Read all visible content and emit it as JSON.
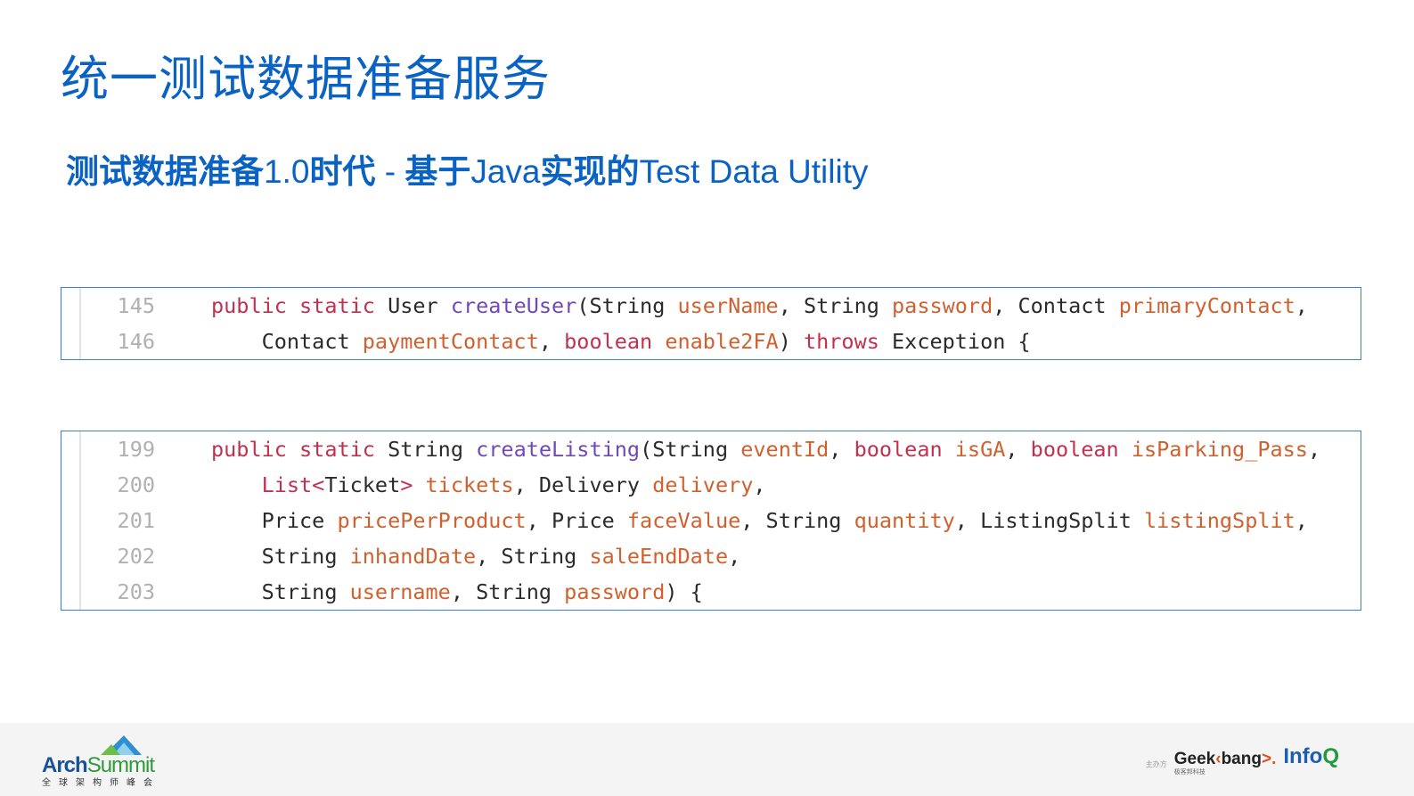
{
  "title": "统一测试数据准备服务",
  "subtitle": [
    {
      "text": "测试数据准备",
      "bold": true
    },
    {
      "text": "1.0",
      "bold": false
    },
    {
      "text": "时代",
      "bold": true
    },
    {
      "text": " - ",
      "bold": false
    },
    {
      "text": "基于",
      "bold": true
    },
    {
      "text": "Java",
      "bold": false
    },
    {
      "text": "实现的",
      "bold": true
    },
    {
      "text": "Test Data Utility",
      "bold": false
    }
  ],
  "code_blocks": [
    {
      "lines": [
        {
          "num": "145",
          "tokens": [
            [
              "k",
              "public static "
            ],
            [
              "t",
              "User "
            ],
            [
              "f",
              "createUser"
            ],
            [
              "t",
              "(String "
            ],
            [
              "p",
              "userName"
            ],
            [
              "t",
              ", String "
            ],
            [
              "p",
              "password"
            ],
            [
              "t",
              ", Contact "
            ],
            [
              "p",
              "primaryContact"
            ],
            [
              "t",
              ","
            ]
          ]
        },
        {
          "num": "146",
          "tokens": [
            [
              "t",
              "    Contact "
            ],
            [
              "p",
              "paymentContact"
            ],
            [
              "t",
              ", "
            ],
            [
              "k",
              "boolean "
            ],
            [
              "p",
              "enable2FA"
            ],
            [
              "t",
              ") "
            ],
            [
              "k",
              "throws "
            ],
            [
              "t",
              "Exception {"
            ]
          ]
        }
      ]
    },
    {
      "lines": [
        {
          "num": "199",
          "tokens": [
            [
              "k",
              "public static "
            ],
            [
              "t",
              "String "
            ],
            [
              "f",
              "createListing"
            ],
            [
              "t",
              "(String "
            ],
            [
              "p",
              "eventId"
            ],
            [
              "t",
              ", "
            ],
            [
              "k",
              "boolean "
            ],
            [
              "p",
              "isGA"
            ],
            [
              "t",
              ", "
            ],
            [
              "k",
              "boolean "
            ],
            [
              "p",
              "isParking_Pass"
            ],
            [
              "t",
              ","
            ]
          ]
        },
        {
          "num": "200",
          "tokens": [
            [
              "t",
              "    "
            ],
            [
              "k",
              "List<"
            ],
            [
              "t",
              "Ticket"
            ],
            [
              "k",
              "> "
            ],
            [
              "p",
              "tickets"
            ],
            [
              "t",
              ", Delivery "
            ],
            [
              "p",
              "delivery"
            ],
            [
              "t",
              ","
            ]
          ]
        },
        {
          "num": "201",
          "tokens": [
            [
              "t",
              "    Price "
            ],
            [
              "p",
              "pricePerProduct"
            ],
            [
              "t",
              ", Price "
            ],
            [
              "p",
              "faceValue"
            ],
            [
              "t",
              ", String "
            ],
            [
              "p",
              "quantity"
            ],
            [
              "t",
              ", ListingSplit "
            ],
            [
              "p",
              "listingSplit"
            ],
            [
              "t",
              ","
            ]
          ]
        },
        {
          "num": "202",
          "tokens": [
            [
              "t",
              "    String "
            ],
            [
              "p",
              "inhandDate"
            ],
            [
              "t",
              ", String "
            ],
            [
              "p",
              "saleEndDate"
            ],
            [
              "t",
              ","
            ]
          ]
        },
        {
          "num": "203",
          "tokens": [
            [
              "t",
              "    String "
            ],
            [
              "p",
              "username"
            ],
            [
              "t",
              ", String "
            ],
            [
              "p",
              "password"
            ],
            [
              "t",
              ") {"
            ]
          ]
        }
      ]
    }
  ],
  "footer": {
    "left_logo": {
      "name_a": "Arch",
      "name_b": "Summit",
      "sub": "全球架构师峰会"
    },
    "host_label": "主办方",
    "geekbang": {
      "a": "Geek",
      "b": "bang",
      "c": ">.",
      "sub": "极客邦科技"
    },
    "infoq": {
      "a": "Info",
      "b": "Q"
    }
  },
  "colors": {
    "title": "#0a62c4",
    "keyword": "#c2304f",
    "function": "#7048b8",
    "param": "#d0602e",
    "border": "#3a7fd5"
  }
}
